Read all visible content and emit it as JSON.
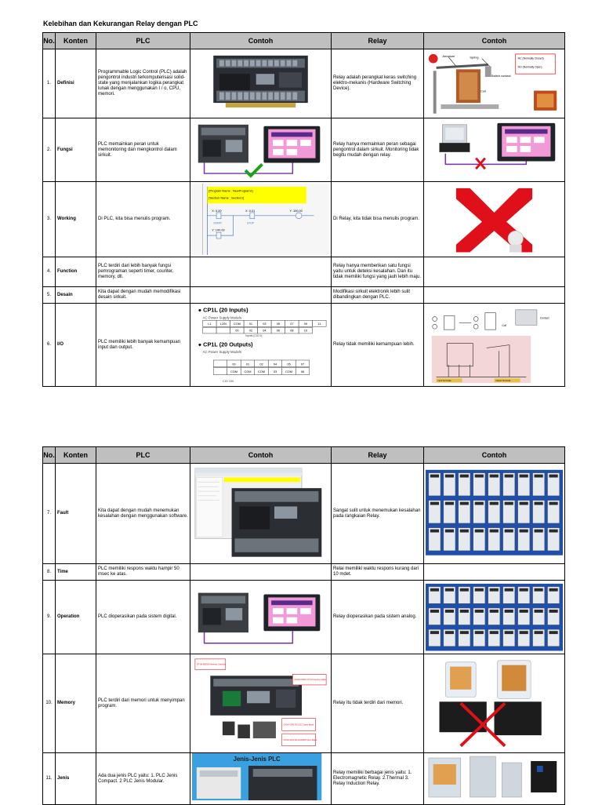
{
  "document": {
    "title": "Kelebihan dan Kekurangan Relay dengan PLC"
  },
  "table1": {
    "headers": [
      "No.",
      "Konten",
      "PLC",
      "Contoh",
      "Relay",
      "Contoh"
    ],
    "rows": [
      {
        "no": "1.",
        "konten": "Definisi",
        "plc": "Programmable Logic Control (PLC) adalah pengontrol industri terkomputerisasi solid-state yang menjalankan logika perangkat lunak dengan menggunakan I / o, CPU, memori.",
        "relay": "Relay adalah perangkat keras switching elektro-mekanis (Hardware Switching Device)."
      },
      {
        "no": "2.",
        "konten": "Fungsi",
        "plc": "PLC memainkan peran untuk memonitoring dan mengkontrol dalam sirkuit.",
        "relay": "Relay hanya memainkan peran sebagai pengontrol dalam sirkuit. Monitoring tidak begitu mudah dengan relay."
      },
      {
        "no": "3.",
        "konten": "Working",
        "plc": "Di PLC, kita bisa menulis program.",
        "relay": "Di Relay, kita tidak bisa menulis program."
      },
      {
        "no": "4.",
        "konten": "Function",
        "plc": "PLC terdiri dari lebih banyak fungsi pemrograman seperti timer, counter, memory, dll.",
        "relay": "Relay hanya memberikan satu fungsi yaitu untuk deteksi kesalahan. Dan itu tidak memiliki fungsi yang jauh lebih maju."
      },
      {
        "no": "5.",
        "konten": "Desain",
        "plc": "Kita dapat dengan mudah memodifikasi desain sirkuit.",
        "relay": "Modifikasi sirkuit elektronik lebih sulit dibandingkan dengan PLC."
      },
      {
        "no": "6.",
        "konten": "I/O",
        "plc": "PLC memiliki lebih banyak kemampuan input dan output.",
        "relay": "Relay  tidak memiliki kemampuan lebih."
      }
    ]
  },
  "table2": {
    "headers": [
      "No.",
      "Konten",
      "PLC",
      "Contoh",
      "Relay",
      "Contoh"
    ],
    "rows": [
      {
        "no": "7.",
        "konten": "Fault",
        "plc": "Kita dapat dengan mudah menemukan kesalahan dengan menggunakan software.",
        "relay": "Sangat sulit untuk menemukan kesalahan pada rangkaian Relay."
      },
      {
        "no": "8.",
        "konten": "Time",
        "plc": "PLC memiliki respons waktu hampir 50 msec ke atas.",
        "relay": "Relai memiliki waktu respons kurang dari 10 mdet."
      },
      {
        "no": "9.",
        "konten": "Operation",
        "plc": "PLC dioperasikan pada sistem digital.",
        "relay": "Relay dioperasikan pada sistem analog."
      },
      {
        "no": "10.",
        "konten": "Memory",
        "plc": "PLC terdiri dari memori untuk menyimpan program.",
        "relay": "Relay itu tidak terdiri dari memori."
      },
      {
        "no": "11.",
        "konten": "Jenis",
        "plc": "Ada dua jenis PLC yaitu: 1. PLC Jenis Compact. 2 PLC Jenis Modular.",
        "relay": "Relay memiliki berbagai jenis yaitu: 1. Electromagnetic Relay. 2.Thermal 3. Relay Induction Relay."
      }
    ]
  },
  "images": {
    "ladder": {
      "program_name": "[Program Name : NewProgram1]",
      "section_name": "[Section Name : Section1]",
      "contact1": "X: 0.00",
      "contact2": "X: 0.01",
      "coil": "Y: 100.00",
      "label1": "START",
      "label2": "STOP",
      "contact3": "Y: 100.00"
    },
    "io": {
      "title_inputs": "● CP1L (20 Inputs)",
      "title_outputs": "● CP1L (20 Outputs)",
      "subtitle": "AC Power Supply Models",
      "input_row1": [
        "L1",
        "L2/N",
        "COM",
        "01",
        "03",
        "05",
        "07",
        "09",
        "11"
      ],
      "input_row2": [
        "",
        "",
        "00",
        "02",
        "04",
        "06",
        "08",
        "10"
      ],
      "inputs_caption": "Inputs (CIO 0)",
      "output_row1": [
        "",
        "00",
        "01",
        "02",
        "04",
        "05",
        "07"
      ],
      "output_row2": [
        "",
        "COM",
        "COM",
        "COM",
        "03",
        "COM",
        "06"
      ],
      "outputs_caption": "CIO 100"
    },
    "jenis_plc": {
      "banner": "Jenis-Jenis PLC"
    },
    "memory": {
      "label1": "CP1W-ME05M Memory Cassette",
      "label2": "CP1W-CN811 I/O Connecting Cable",
      "label3": "CP1W-CIF01 RS-232C Option Board",
      "label4": "CP1W-CIF11 RS-422A/485 Option Board"
    },
    "relay_def": {
      "label_armature": "Armature",
      "label_nc": "NC (Normally Closed)",
      "label_no": "NO (Normally Open)",
      "label_coil": "Coil",
      "label_contacts": "Switch contact",
      "label_spring": "Spring"
    },
    "relay_io": {
      "label_coil": "Coil",
      "label_contact": "Contact",
      "label_input": "Input Terminals",
      "label_output": "Output Terminals"
    }
  },
  "colors": {
    "header_bg": "#bfbfbf",
    "check": "#1aa31a",
    "cross": "#e0101a",
    "ladder_yellow": "#ffff00",
    "wire_purple": "#7a2fa8"
  }
}
